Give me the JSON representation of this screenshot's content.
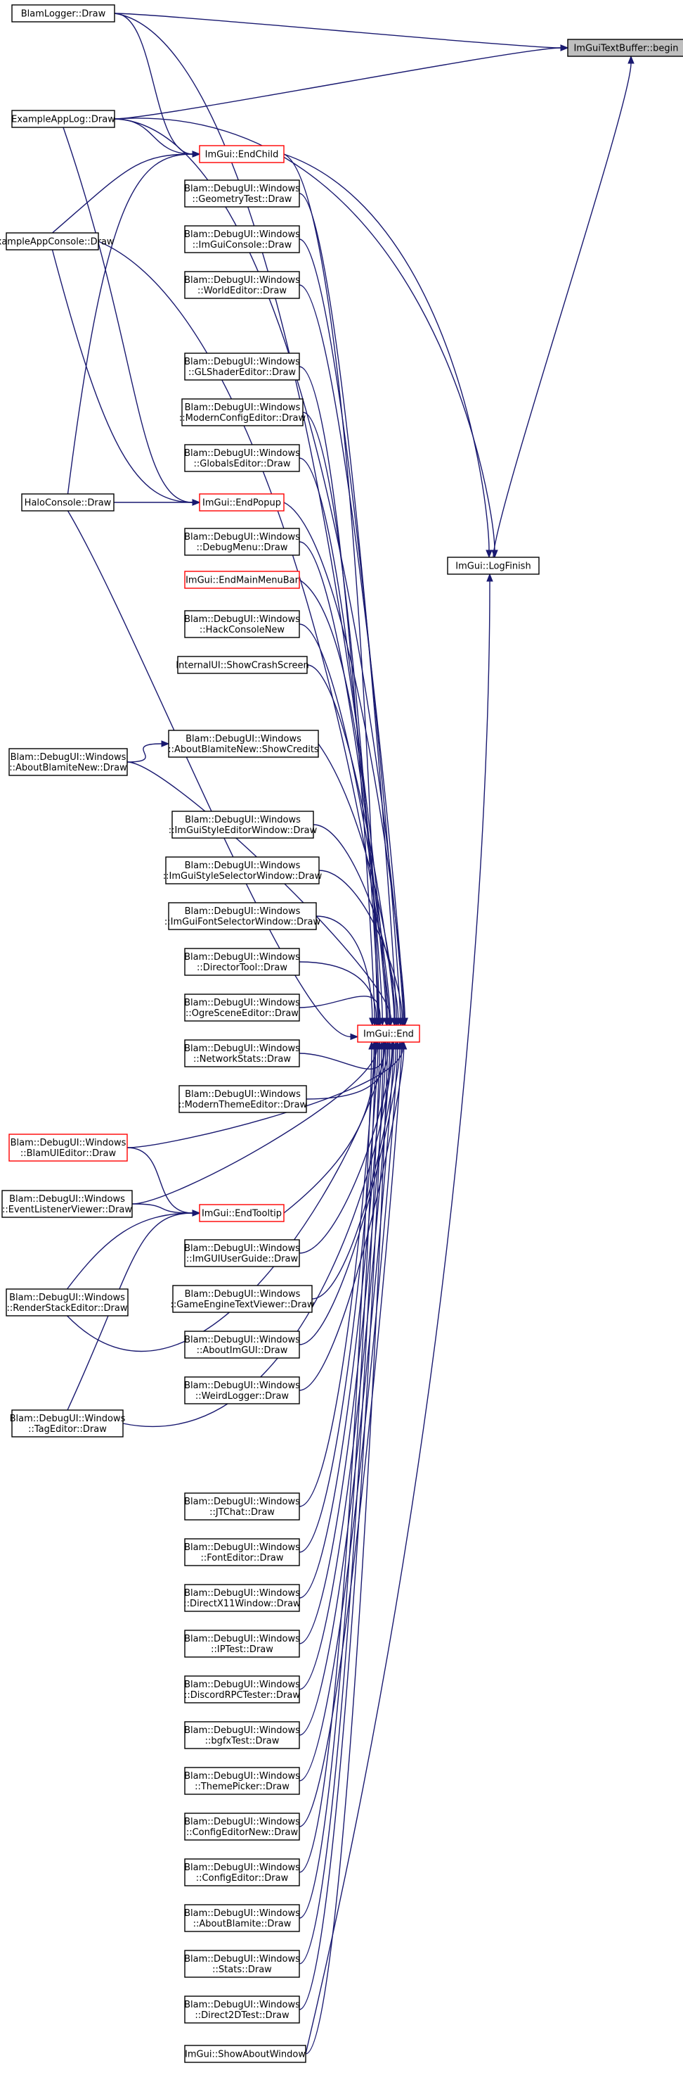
{
  "colors": {
    "edge": "#191970",
    "highlight_border": "#ff0000",
    "target_fill": "#bfbfbf"
  },
  "nodes": [
    {
      "id": "begin",
      "lines": [
        "ImGuiTextBuffer::begin"
      ],
      "style": "gray"
    },
    {
      "id": "blamLogger",
      "lines": [
        "BlamLogger::Draw"
      ]
    },
    {
      "id": "exAppLog",
      "lines": [
        "ExampleAppLog::Draw"
      ]
    },
    {
      "id": "endChild",
      "lines": [
        "ImGui::EndChild"
      ],
      "style": "red"
    },
    {
      "id": "exAppConsole",
      "lines": [
        "ExampleAppConsole::Draw"
      ]
    },
    {
      "id": "haloConsole",
      "lines": [
        "HaloConsole::Draw"
      ]
    },
    {
      "id": "endPopup",
      "lines": [
        "ImGui::EndPopup"
      ],
      "style": "red"
    },
    {
      "id": "logFinish",
      "lines": [
        "ImGui::LogFinish"
      ]
    },
    {
      "id": "end",
      "lines": [
        "ImGui::End"
      ],
      "style": "red"
    },
    {
      "id": "endTooltip",
      "lines": [
        "ImGui::EndTooltip"
      ],
      "style": "red"
    },
    {
      "id": "endMainMenuBar",
      "lines": [
        "ImGui::EndMainMenuBar"
      ],
      "style": "red"
    },
    {
      "id": "showCredits",
      "lines": [
        "Blam::DebugUI::Windows",
        "::AboutBlamiteNew::ShowCredits"
      ]
    },
    {
      "id": "aboutBlamiteNew",
      "lines": [
        "Blam::DebugUI::Windows",
        "::AboutBlamiteNew::Draw"
      ]
    },
    {
      "id": "blamUIEditor",
      "lines": [
        "Blam::DebugUI::Windows",
        "::BlamUIEditor::Draw"
      ],
      "style": "red"
    },
    {
      "id": "eventListener",
      "lines": [
        "Blam::DebugUI::Windows",
        "::EventListenerViewer::Draw"
      ]
    },
    {
      "id": "renderStack",
      "lines": [
        "Blam::DebugUI::Windows",
        "::RenderStackEditor::Draw"
      ]
    },
    {
      "id": "tagEditor",
      "lines": [
        "Blam::DebugUI::Windows",
        "::TagEditor::Draw"
      ]
    },
    {
      "id": "geometryTest",
      "lines": [
        "Blam::DebugUI::Windows",
        "::GeometryTest::Draw"
      ]
    },
    {
      "id": "imguiConsole",
      "lines": [
        "Blam::DebugUI::Windows",
        "::ImGuiConsole::Draw"
      ]
    },
    {
      "id": "worldEditor",
      "lines": [
        "Blam::DebugUI::Windows",
        "::WorldEditor::Draw"
      ]
    },
    {
      "id": "glShader",
      "lines": [
        "Blam::DebugUI::Windows",
        "::GLShaderEditor::Draw"
      ]
    },
    {
      "id": "modernConfig",
      "lines": [
        "Blam::DebugUI::Windows",
        "::ModernConfigEditor::Draw"
      ]
    },
    {
      "id": "globalsEditor",
      "lines": [
        "Blam::DebugUI::Windows",
        "::GlobalsEditor::Draw"
      ]
    },
    {
      "id": "debugMenu",
      "lines": [
        "Blam::DebugUI::Windows",
        "::DebugMenu::Draw"
      ]
    },
    {
      "id": "hackConsole",
      "lines": [
        "Blam::DebugUI::Windows",
        "::HackConsoleNew"
      ]
    },
    {
      "id": "crashScreen",
      "lines": [
        "InternalUI::ShowCrashScreen"
      ]
    },
    {
      "id": "styleEditor",
      "lines": [
        "Blam::DebugUI::Windows",
        "::ImGuiStyleEditorWindow::Draw"
      ]
    },
    {
      "id": "styleSelector",
      "lines": [
        "Blam::DebugUI::Windows",
        "::ImGuiStyleSelectorWindow::Draw"
      ]
    },
    {
      "id": "fontSelector",
      "lines": [
        "Blam::DebugUI::Windows",
        "::ImGuiFontSelectorWindow::Draw"
      ]
    },
    {
      "id": "directorTool",
      "lines": [
        "Blam::DebugUI::Windows",
        "::DirectorTool::Draw"
      ]
    },
    {
      "id": "ogreScene",
      "lines": [
        "Blam::DebugUI::Windows",
        "::OgreSceneEditor::Draw"
      ]
    },
    {
      "id": "networkStats",
      "lines": [
        "Blam::DebugUI::Windows",
        "::NetworkStats::Draw"
      ]
    },
    {
      "id": "modernTheme",
      "lines": [
        "Blam::DebugUI::Windows",
        "::ModernThemeEditor::Draw"
      ]
    },
    {
      "id": "userGuide",
      "lines": [
        "Blam::DebugUI::Windows",
        "::ImGUIUserGuide::Draw"
      ]
    },
    {
      "id": "gameEngineText",
      "lines": [
        "Blam::DebugUI::Windows",
        "::GameEngineTextViewer::Draw"
      ]
    },
    {
      "id": "aboutImGui",
      "lines": [
        "Blam::DebugUI::Windows",
        "::AboutImGUI::Draw"
      ]
    },
    {
      "id": "weirdLogger",
      "lines": [
        "Blam::DebugUI::Windows",
        "::WeirdLogger::Draw"
      ]
    },
    {
      "id": "jtChat",
      "lines": [
        "Blam::DebugUI::Windows",
        "::JTChat::Draw"
      ]
    },
    {
      "id": "fontEditor",
      "lines": [
        "Blam::DebugUI::Windows",
        "::FontEditor::Draw"
      ]
    },
    {
      "id": "directX11",
      "lines": [
        "Blam::DebugUI::Windows",
        "::DirectX11Window::Draw"
      ]
    },
    {
      "id": "ipTest",
      "lines": [
        "Blam::DebugUI::Windows",
        "::IPTest::Draw"
      ]
    },
    {
      "id": "discordRPC",
      "lines": [
        "Blam::DebugUI::Windows",
        "::DiscordRPCTester::Draw"
      ]
    },
    {
      "id": "bgfxTest",
      "lines": [
        "Blam::DebugUI::Windows",
        "::bgfxTest::Draw"
      ]
    },
    {
      "id": "themePicker",
      "lines": [
        "Blam::DebugUI::Windows",
        "::ThemePicker::Draw"
      ]
    },
    {
      "id": "configEditorNew",
      "lines": [
        "Blam::DebugUI::Windows",
        "::ConfigEditorNew::Draw"
      ]
    },
    {
      "id": "configEditor",
      "lines": [
        "Blam::DebugUI::Windows",
        "::ConfigEditor::Draw"
      ]
    },
    {
      "id": "aboutBlamite",
      "lines": [
        "Blam::DebugUI::Windows",
        "::AboutBlamite::Draw"
      ]
    },
    {
      "id": "stats",
      "lines": [
        "Blam::DebugUI::Windows",
        "::Stats::Draw"
      ]
    },
    {
      "id": "direct2D",
      "lines": [
        "Blam::DebugUI::Windows",
        "::Direct2DTest::Draw"
      ]
    },
    {
      "id": "showAbout",
      "lines": [
        "ImGui::ShowAboutWindow"
      ]
    }
  ],
  "edges": [
    [
      "blamLogger",
      "begin"
    ],
    [
      "exAppLog",
      "begin"
    ],
    [
      "logFinish",
      "begin"
    ],
    [
      "blamLogger",
      "endChild"
    ],
    [
      "blamLogger",
      "end"
    ],
    [
      "exAppLog",
      "endChild"
    ],
    [
      "exAppLog",
      "endPopup"
    ],
    [
      "exAppLog",
      "logFinish"
    ],
    [
      "exAppLog",
      "end"
    ],
    [
      "endChild",
      "logFinish"
    ],
    [
      "endChild",
      "end"
    ],
    [
      "exAppConsole",
      "endChild"
    ],
    [
      "exAppConsole",
      "endPopup"
    ],
    [
      "exAppConsole",
      "end"
    ],
    [
      "haloConsole",
      "endChild"
    ],
    [
      "haloConsole",
      "endPopup"
    ],
    [
      "haloConsole",
      "end"
    ],
    [
      "endPopup",
      "end"
    ],
    [
      "endTooltip",
      "end"
    ],
    [
      "endMainMenuBar",
      "end"
    ],
    [
      "showAbout",
      "logFinish"
    ],
    [
      "aboutBlamiteNew",
      "showCredits"
    ],
    [
      "aboutBlamiteNew",
      "end"
    ],
    [
      "showCredits",
      "end"
    ],
    [
      "blamUIEditor",
      "endTooltip"
    ],
    [
      "blamUIEditor",
      "end"
    ],
    [
      "eventListener",
      "endTooltip"
    ],
    [
      "eventListener",
      "end"
    ],
    [
      "renderStack",
      "endTooltip"
    ],
    [
      "renderStack",
      "end"
    ],
    [
      "tagEditor",
      "endTooltip"
    ],
    [
      "tagEditor",
      "end"
    ],
    [
      "geometryTest",
      "end"
    ],
    [
      "imguiConsole",
      "end"
    ],
    [
      "worldEditor",
      "end"
    ],
    [
      "glShader",
      "end"
    ],
    [
      "modernConfig",
      "end"
    ],
    [
      "globalsEditor",
      "end"
    ],
    [
      "debugMenu",
      "end"
    ],
    [
      "hackConsole",
      "end"
    ],
    [
      "crashScreen",
      "end"
    ],
    [
      "styleEditor",
      "end"
    ],
    [
      "styleSelector",
      "end"
    ],
    [
      "fontSelector",
      "end"
    ],
    [
      "directorTool",
      "end"
    ],
    [
      "ogreScene",
      "end"
    ],
    [
      "networkStats",
      "end"
    ],
    [
      "modernTheme",
      "end"
    ],
    [
      "userGuide",
      "end"
    ],
    [
      "gameEngineText",
      "end"
    ],
    [
      "aboutImGui",
      "end"
    ],
    [
      "weirdLogger",
      "end"
    ],
    [
      "jtChat",
      "end"
    ],
    [
      "fontEditor",
      "end"
    ],
    [
      "directX11",
      "end"
    ],
    [
      "ipTest",
      "end"
    ],
    [
      "discordRPC",
      "end"
    ],
    [
      "bgfxTest",
      "end"
    ],
    [
      "themePicker",
      "end"
    ],
    [
      "configEditorNew",
      "end"
    ],
    [
      "configEditor",
      "end"
    ],
    [
      "aboutBlamite",
      "end"
    ],
    [
      "stats",
      "end"
    ],
    [
      "direct2D",
      "end"
    ],
    [
      "showAbout",
      "end"
    ]
  ]
}
